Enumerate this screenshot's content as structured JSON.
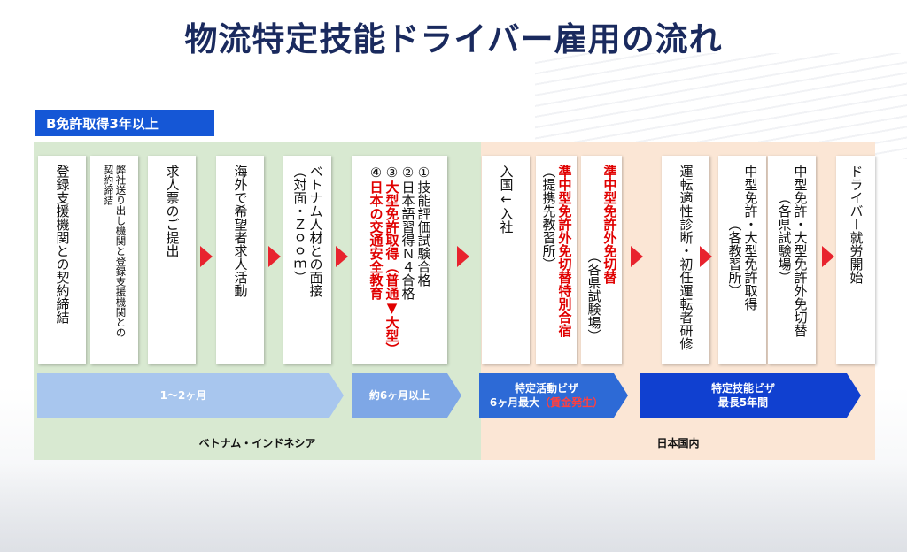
{
  "title": "物流特定技能ドライバー雇用の流れ",
  "badge": "B免許取得3年以上",
  "regions": {
    "vietnam_indonesia": "ベトナム・インドネシア",
    "japan": "日本国内"
  },
  "steps": {
    "s1": {
      "c1": "登録支援機関との契約締結"
    },
    "s2": {
      "c1": "弊社送り出し機関と登録支援機関との",
      "c2": "契約締結"
    },
    "s3": {
      "c1": "求人票のご提出"
    },
    "s4": {
      "c1": "海外で希望者求人活動"
    },
    "s5": {
      "c1": "ベトナム人材との面接",
      "c2": "（対面・Ｚｏｏｍ）"
    },
    "s6": {
      "c1": "①技能評価試験合格",
      "c2": "②日本語習得Ｎ４合格",
      "c3_num": "③",
      "c3": "大型免許取得（普通▼大型）",
      "c4_num": "④",
      "c4": "日本の交通安全教育"
    },
    "s7": {
      "c1": "入国←入社"
    },
    "s8": {
      "c1": "準中型免許外免切替特別合宿",
      "c2": "（提携先教習所）"
    },
    "s9": {
      "c1": "準中型免許外免切替",
      "c2": "（各県試験場）"
    },
    "s10": {
      "c1": "運転適性診断・初任運転者研修"
    },
    "s11": {
      "c1": "中型免許・大型免許取得",
      "c2": "（各教習所）"
    },
    "s12": {
      "c1": "中型免許・大型免許外免切替",
      "c2": "（各県試験場）"
    },
    "s13": {
      "c1": "ドライバー就労開始"
    }
  },
  "bands": {
    "b1": "1～2ヶ月",
    "b2": "約6ヶ月以上",
    "b3_line1": "特定活動ビザ",
    "b3_line2": "6ヶ月最大",
    "b3_note": "（賃金発生）",
    "b4_line1": "特定技能ビザ",
    "b4_line2": "最長5年間"
  },
  "colors": {
    "title": "#1a2a5e",
    "badge": "#1557d6",
    "vn_region": "#d8e9d1",
    "jp_region": "#fbe6d5",
    "arrow": "#e8232e",
    "highlight_text": "#e00000"
  }
}
